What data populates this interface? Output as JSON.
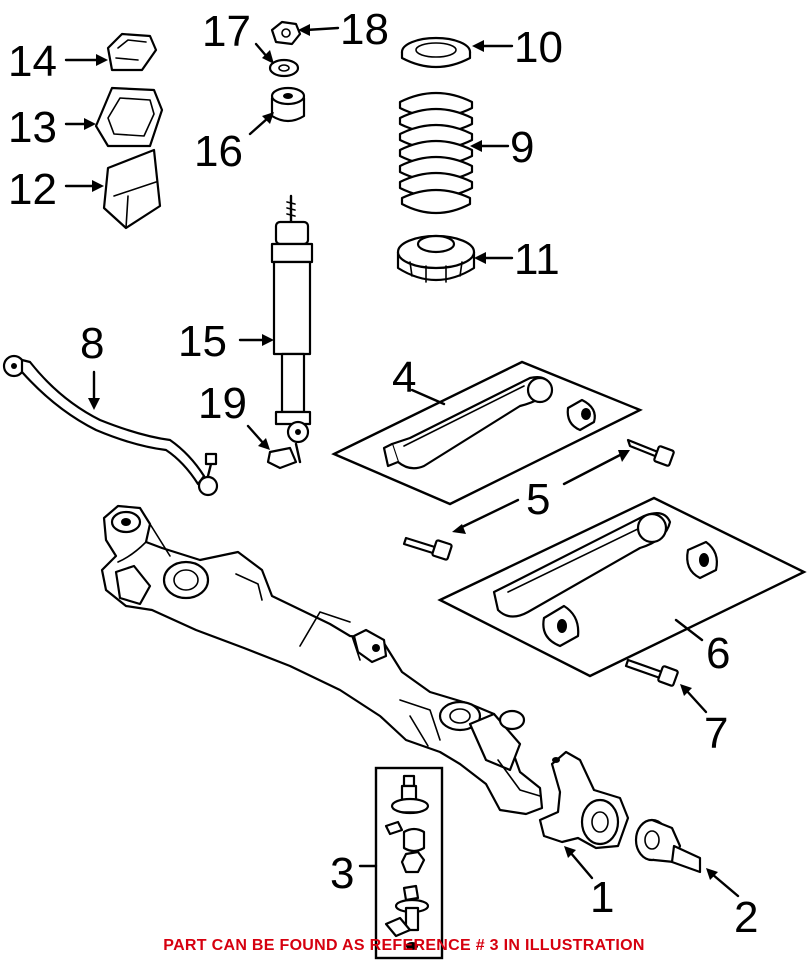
{
  "callouts": {
    "c1": "1",
    "c2": "2",
    "c3": "3",
    "c4": "4",
    "c5": "5",
    "c6": "6",
    "c7": "7",
    "c8": "8",
    "c9": "9",
    "c10": "10",
    "c11": "11",
    "c12": "12",
    "c13": "13",
    "c14": "14",
    "c15": "15",
    "c16": "16",
    "c17": "17",
    "c18": "18",
    "c19": "19"
  },
  "note": "PART CAN BE FOUND AS REFERENCE # 3 IN ILLUSTRATION",
  "colors": {
    "note": "#d6000f",
    "line": "#000000",
    "background": "#ffffff"
  }
}
